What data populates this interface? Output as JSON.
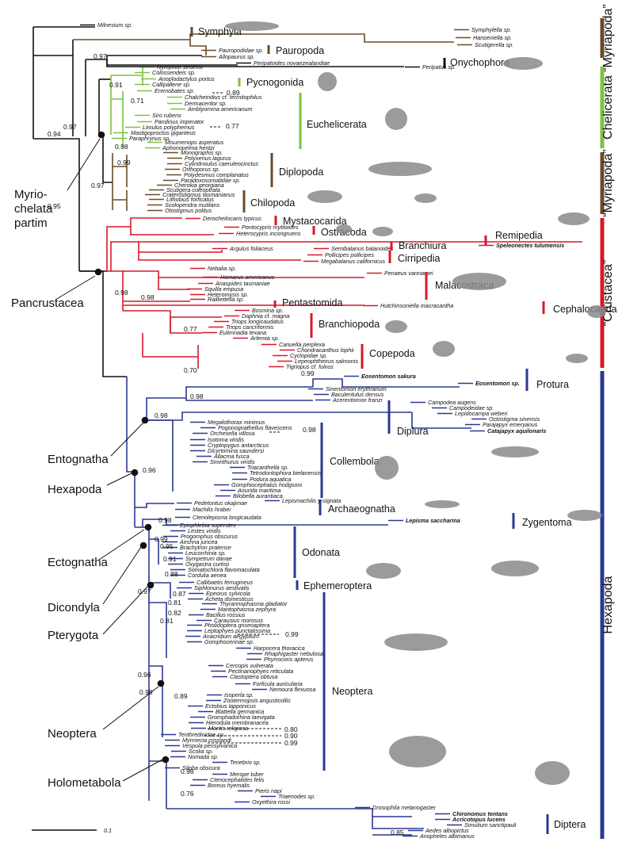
{
  "colors": {
    "myriapoda": "#6b4a2a",
    "chelicerata": "#7dc242",
    "crustacea": "#d7192b",
    "hexapoda": "#2b3990",
    "base": "#111111"
  },
  "taxa": [
    "Milnesium sp.",
    "Symphylella sp.",
    "Hanseniella sp.",
    "Scutigerella sp.",
    "Pauropodidae sp.",
    "Allopaurus sp.",
    "Peripatoides novaezealandiae",
    "Peripatus sp.",
    "Nymphon stroemii",
    "Colossendeis sp.",
    "Anoplodactylus portus",
    "Callipallene sp.",
    "Eremobates sp.",
    "Chalcheiridius cf. termitophilus",
    "Dermacentor sp.",
    "Amblyomma americanum",
    "Siro rubens",
    "Pandinus imperator",
    "Limulus polyphemus",
    "Mastigoproctus giganteus",
    "Paraphrynus sp.",
    "Misumenops asperatus",
    "Aphonopelma hentzi",
    "Monographis sp.",
    "Polyxenus lagurus",
    "Cylindroiulus caeruleocinctus",
    "Orthoporus sp.",
    "Polydesmus complanatus",
    "Paradoxosomatidae sp.",
    "Cherokia georgiana",
    "Scutigera coleoptrata",
    "Craterostigmus tasmanianus",
    "Lithobius forficatus",
    "Scolopendra mutilans",
    "Otostigmus politus",
    "Derocheilocaris typicus",
    "Pontocypris mytiloides",
    "Heterocypris incongruens",
    "Speleonectes tulumensis",
    "Argulus foliaceus",
    "Semibalanus balanoides",
    "Pollicipes pollicipes",
    "Megabalanus californicus",
    "Nebalia sp.",
    "Penaeus vannamei",
    "Homarus americanus",
    "Anaspides tasmaniae",
    "Squilla empusa",
    "Heteromysis sp.",
    "Raillietiella sp.",
    "Hutchinsoniella macracantha",
    "Bosmina sp.",
    "Daphnia cf. magna",
    "Triops longicaudatus",
    "Triops cancriformis",
    "Eulimnadia texana",
    "Artemia sp.",
    "Canuella perplexa",
    "Chondracanthus lophii",
    "Cyclopidae sp.",
    "Lepeophtheirus salmonis",
    "Tigriopus cf. fulvus",
    "Eosentomon sakura",
    "Eosentomon sp.",
    "Sinentomon erythranum",
    "Baculentulus densus",
    "Acerentomon franzi",
    "Campodea augens",
    "Campodeidae sp.",
    "Lepidocampa weberi",
    "Octostigma sinensis",
    "Parajapyx emeryanus",
    "Catajapyx aquilonaris",
    "Megalothorax minimus",
    "Pogonognathellus flavescens",
    "Orchesella villosa",
    "Isotoma viridis",
    "Cryptopygus antarcticus",
    "Dicyrtomina saundersi",
    "Allacma fusca",
    "Sminthurus viridis",
    "Triacanthella sp.",
    "Tetrodontophora bielanensis",
    "Podura aquatica",
    "Gomphiocephalus hodgsoni",
    "Anurida maritima",
    "Bilobella aurantiaca",
    "Pedetontus okajimae",
    "Lepismachilis y-signata",
    "Machilis hrabei",
    "Ctenolepisma longicaudata",
    "Lepisma saccharina",
    "Epiophlebia superstes",
    "Lestes viridis",
    "Progomphus obscurus",
    "Aeshna juncea",
    "Brachytron pratense",
    "Leucorrhinia sp.",
    "Sympetrum danae",
    "Oxygastra curtisii",
    "Somatochlora flavomaculata",
    "Cordulia aenea",
    "Callibaetis ferrugineus",
    "Siphlonurus aestivalis",
    "Epeorus sylvicola",
    "Acheta domesticus",
    "Thyrannophasma gladiator",
    "Mantophasma zephyra",
    "Bacillus rossius",
    "Carausius morosus",
    "Pholidoptera griseoaptera",
    "Leptophyes punctatissima",
    "Anacridium aegyptium",
    "Gomphocerinae sp.",
    "Harpocera thoracica",
    "Rhaphigaster nebulosa",
    "Phyrrocoris apterus",
    "Cercopis vulnerata",
    "Pectinariophyes reticulata",
    "Clastoptera obtusa",
    "Forficula auricularia",
    "Nemoura flexuosa",
    "Isoperla sp.",
    "Zootermopsis angusticollis",
    "Ectobius lapponicus",
    "Blattella germanica",
    "Gromphadorhina laevigata",
    "Hierodula membranacea",
    "Mantis religiosa",
    "Tenthredinidae sp.",
    "Myrmecia croslandi",
    "Vespula pensylvanica",
    "Scolia sp.",
    "Nomada sp.",
    "Tenebrio sp.",
    "Silpha obscura",
    "Merope tuber",
    "Ctenocephalides felis",
    "Boreus hyemalis",
    "Pieris napi",
    "Triaenodes sp.",
    "Oxyethira rossi",
    "Drosophila melanogaster",
    "Chironomus tentans",
    "Acricotopus lucens",
    "Simulium sanctipauli",
    "Aedes albopictus",
    "Anopheles albimanus"
  ],
  "groups": [
    "Symphyla",
    "Pauropoda",
    "Onychophora",
    "Pycnogonida",
    "Euchelicerata",
    "Diplopoda",
    "Chilopoda",
    "Mystacocarida",
    "Ostracoda",
    "Remipedia",
    "Branchiura",
    "Cirripedia",
    "Malacostraca",
    "Pentastomida",
    "Cephalocarida",
    "Branchiopoda",
    "Copepoda",
    "Protura",
    "Diplura",
    "Collembola",
    "Archaeognatha",
    "Zygentoma",
    "Odonata",
    "Ephemeroptera",
    "Neoptera",
    "Diptera"
  ],
  "side_labels": [
    "“Myriapoda”",
    "Chelicerata",
    "“Myriapoda”",
    "“Crustacea”",
    "Hexapoda"
  ],
  "clade_labels": [
    "Myrio-",
    "chelata",
    "partim",
    "Pancrustacea",
    "Entognatha",
    "Hexapoda",
    "Ectognatha",
    "Dicondyla",
    "Pterygota",
    "Neoptera",
    "Holometabola"
  ],
  "support": [
    "0.97",
    "0.91",
    "0.89",
    "0.71",
    "0.77",
    "0.98",
    "0.94",
    "0.97",
    "0.99",
    "0.97",
    "0.95",
    "0.98",
    "0.98",
    "0.77",
    "0.70",
    "0.99",
    "0.98",
    "0.98",
    "0.98",
    "0.96",
    "0.98",
    "0.99",
    "0.95",
    "0.91",
    "0.88",
    "0.97",
    "0.87",
    "0.81",
    "0.82",
    "0.81",
    "0.99",
    "0.96",
    "0.89",
    "0.98",
    "0.80",
    "0.90",
    "0.99",
    "0.98",
    "0.76",
    "0.85"
  ],
  "scale_label": "0.1"
}
